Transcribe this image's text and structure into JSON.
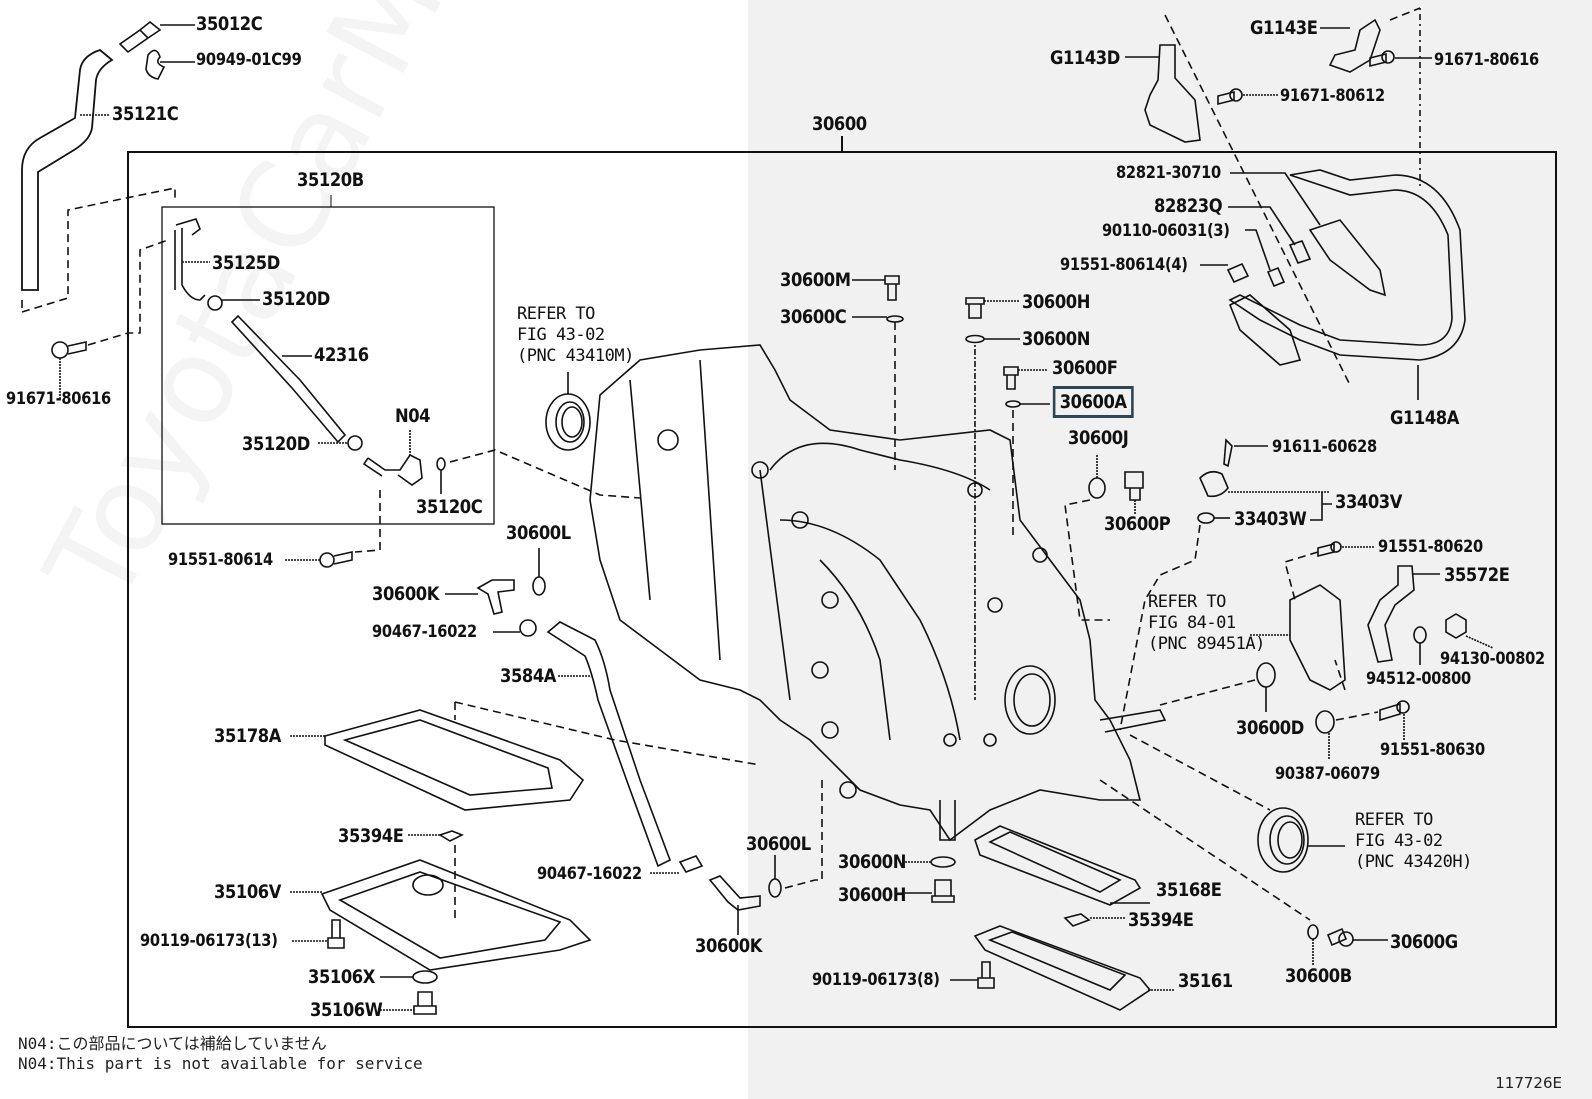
{
  "figure_id": "117726E",
  "watermark": "ToyotaCarMine.ru",
  "assembly_label": "30600",
  "subassembly_label": "35120B",
  "highlighted_part": "30600A",
  "parts": {
    "p35012C": "35012C",
    "p90949_01C99": "90949-01C99",
    "p35121C": "35121C",
    "p35120B": "35120B",
    "p35125D": "35125D",
    "p35120D_top": "35120D",
    "p42316": "42316",
    "p35120D_bot": "35120D",
    "pN04": "N04",
    "p35120C": "35120C",
    "p91671_80616_left": "91671-80616",
    "p91551_80614": "91551-80614",
    "p30600L_top": "30600L",
    "p30600K_top": "30600K",
    "p90467_16022_top": "90467-16022",
    "p3584A": "3584A",
    "p35178A": "35178A",
    "p35394E_left": "35394E",
    "p35106V": "35106V",
    "p90119_06173_13": "90119-06173(13)",
    "p35106X": "35106X",
    "p35106W": "35106W",
    "p90467_16022_bot": "90467-16022",
    "p30600L_bot": "30600L",
    "p30600K_bot": "30600K",
    "p30600": "30600",
    "p30600M": "30600M",
    "p30600C": "30600C",
    "p30600H_top": "30600H",
    "p30600N_top": "30600N",
    "p30600F": "30600F",
    "p30600A": "30600A",
    "p30600J": "30600J",
    "p30600P": "30600P",
    "p91611_60628": "91611-60628",
    "p33403V": "33403V",
    "p33403W": "33403W",
    "p91551_80620": "91551-80620",
    "p35572E": "35572E",
    "p94130_00802": "94130-00802",
    "p94512_00800": "94512-00800",
    "p30600D": "30600D",
    "p91551_80630": "91551-80630",
    "p90387_06079": "90387-06079",
    "p30600N_bot": "30600N",
    "p30600H_bot": "30600H",
    "p35168E": "35168E",
    "p35394E_right": "35394E",
    "p90119_06173_8": "90119-06173(8)",
    "p35161": "35161",
    "p30600G": "30600G",
    "p30600B": "30600B",
    "pG1143D": "G1143D",
    "pG1143E": "G1143E",
    "p91671_80616_right": "91671-80616",
    "p91671_80612": "91671-80612",
    "p82821_30710": "82821-30710",
    "p82823Q": "82823Q",
    "p90110_06031_3": "90110-06031(3)",
    "p91551_80614_4": "91551-80614(4)",
    "pG1148A": "G1148A"
  },
  "references": {
    "ref_43410M": "REFER TO\nFIG 43-02\n(PNC 43410M)",
    "ref_89451A": "REFER TO\nFIG 84-01\n(PNC 89451A)",
    "ref_43420H": "REFER TO\nFIG 43-02\n(PNC 43420H)"
  },
  "notes": {
    "jp": "N04:この部品については補給していません",
    "en": "N04:This part is not available for service"
  }
}
